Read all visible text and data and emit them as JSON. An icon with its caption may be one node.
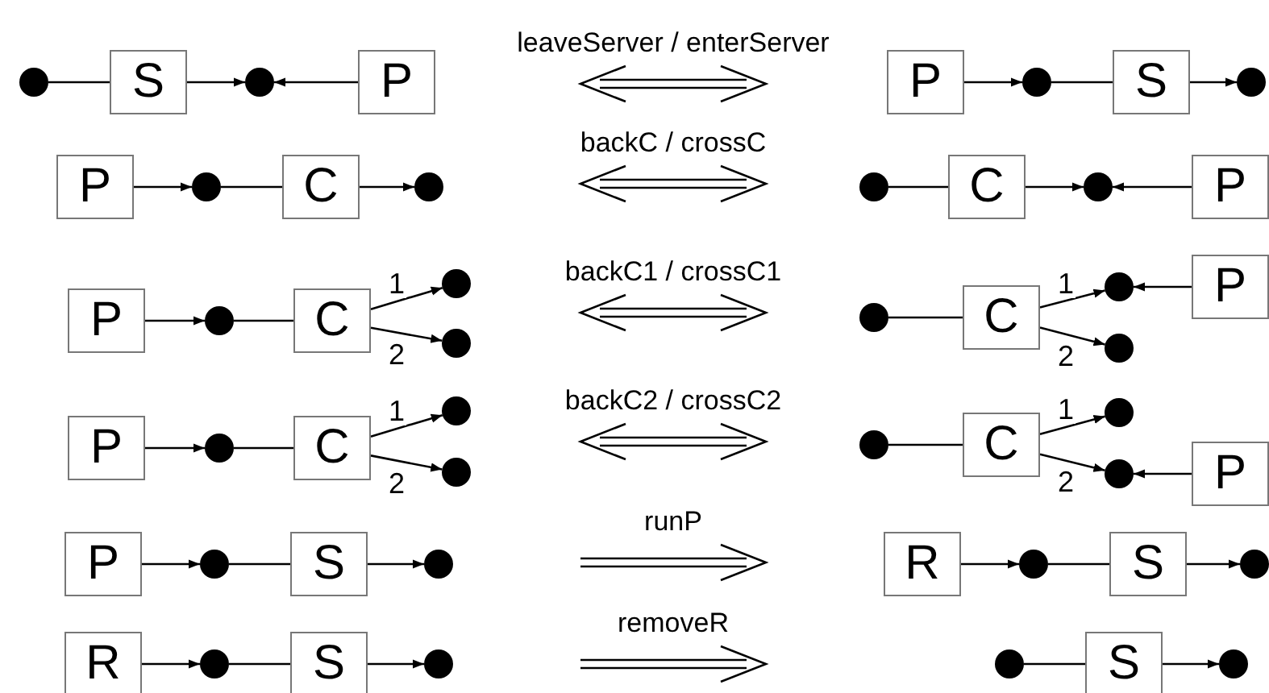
{
  "diagram": {
    "nodes": [
      {
        "text": [],
        "shape": "circle"
      },
      {
        "text": [
          "S"
        ]
      },
      {
        "text": [],
        "shape": "circle"
      },
      {
        "text": [
          "P"
        ]
      },
      {
        "text": [
          "P"
        ]
      },
      {
        "text": [],
        "shape": "circle"
      },
      {
        "text": [
          "S"
        ]
      },
      {
        "text": [],
        "shape": "circle"
      },
      {
        "text": [
          "P"
        ]
      },
      {
        "text": [],
        "shape": "circle"
      },
      {
        "text": [
          "C"
        ]
      },
      {
        "text": [],
        "shape": "circle"
      },
      {
        "text": [],
        "shape": "circle"
      },
      {
        "text": [
          "C"
        ]
      },
      {
        "text": [],
        "shape": "circle"
      },
      {
        "text": [
          "P"
        ]
      },
      {
        "text": [
          "P"
        ]
      },
      {
        "text": [],
        "shape": "circle"
      },
      {
        "text": [
          "C"
        ]
      },
      {
        "text": [],
        "shape": "circle"
      },
      {
        "text": [],
        "shape": "circle"
      },
      {
        "text": [],
        "shape": "circle"
      },
      {
        "text": [
          "C"
        ]
      },
      {
        "text": [],
        "shape": "circle"
      },
      {
        "text": [
          "P"
        ]
      },
      {
        "text": [],
        "shape": "circle"
      },
      {
        "text": [
          "P"
        ]
      },
      {
        "text": [],
        "shape": "circle"
      },
      {
        "text": [
          "C"
        ]
      },
      {
        "text": [],
        "shape": "circle"
      },
      {
        "text": [],
        "shape": "circle"
      },
      {
        "text": [],
        "shape": "circle"
      },
      {
        "text": [
          "C"
        ]
      },
      {
        "text": [],
        "shape": "circle"
      },
      {
        "text": [],
        "shape": "circle"
      },
      {
        "text": [
          "P"
        ]
      },
      {
        "text": [
          "P"
        ]
      },
      {
        "text": [],
        "shape": "circle"
      },
      {
        "text": [
          "S"
        ]
      },
      {
        "text": [],
        "shape": "circle"
      },
      {
        "text": [
          "R"
        ]
      },
      {
        "text": [],
        "shape": "circle"
      },
      {
        "text": [
          "S"
        ]
      },
      {
        "text": [],
        "shape": "circle"
      },
      {
        "text": [
          "R"
        ]
      },
      {
        "text": [],
        "shape": "circle"
      },
      {
        "text": [
          "S"
        ]
      },
      {
        "text": [],
        "shape": "circle"
      },
      {
        "text": [],
        "shape": "circle"
      },
      {
        "text": [
          "S"
        ]
      },
      {
        "text": [],
        "shape": "circle"
      }
    ],
    "edges": [
      {
        "from": 0,
        "to": 1,
        "arrow": "none"
      },
      {
        "from": 1,
        "to": 2,
        "arrow": "to"
      },
      {
        "from": 3,
        "to": 2,
        "arrow": "to"
      },
      {
        "from": 4,
        "to": 5,
        "arrow": "to"
      },
      {
        "from": 5,
        "to": 6,
        "arrow": "none"
      },
      {
        "from": 6,
        "to": 7,
        "arrow": "to"
      },
      {
        "from": 8,
        "to": 9,
        "arrow": "to"
      },
      {
        "from": 9,
        "to": 10,
        "arrow": "none"
      },
      {
        "from": 10,
        "to": 11,
        "arrow": "to"
      },
      {
        "from": 12,
        "to": 13,
        "arrow": "none"
      },
      {
        "from": 13,
        "to": 14,
        "arrow": "to"
      },
      {
        "from": 15,
        "to": 14,
        "arrow": "to"
      },
      {
        "from": 16,
        "to": 17,
        "arrow": "to"
      },
      {
        "from": 17,
        "to": 18,
        "arrow": "none"
      },
      {
        "from": 18,
        "to": 19,
        "arrow": "to",
        "label": "1"
      },
      {
        "from": 18,
        "to": 20,
        "arrow": "to",
        "label": "2"
      },
      {
        "from": 21,
        "to": 22,
        "arrow": "none"
      },
      {
        "from": 22,
        "to": 23,
        "arrow": "to",
        "label": "1"
      },
      {
        "from": 22,
        "to": 25,
        "arrow": "to",
        "label": "2"
      },
      {
        "from": 24,
        "to": 23,
        "arrow": "to"
      },
      {
        "from": 26,
        "to": 27,
        "arrow": "to"
      },
      {
        "from": 27,
        "to": 28,
        "arrow": "none"
      },
      {
        "from": 28,
        "to": 29,
        "arrow": "to",
        "label": "1"
      },
      {
        "from": 28,
        "to": 30,
        "arrow": "to",
        "label": "2"
      },
      {
        "from": 31,
        "to": 32,
        "arrow": "none"
      },
      {
        "from": 32,
        "to": 33,
        "arrow": "to",
        "label": "1"
      },
      {
        "from": 32,
        "to": 34,
        "arrow": "to",
        "label": "2"
      },
      {
        "from": 35,
        "to": 34,
        "arrow": "to"
      },
      {
        "from": 36,
        "to": 37,
        "arrow": "to"
      },
      {
        "from": 37,
        "to": 38,
        "arrow": "none"
      },
      {
        "from": 38,
        "to": 39,
        "arrow": "to"
      },
      {
        "from": 40,
        "to": 41,
        "arrow": "to"
      },
      {
        "from": 41,
        "to": 42,
        "arrow": "none"
      },
      {
        "from": 42,
        "to": 43,
        "arrow": "to"
      },
      {
        "from": 44,
        "to": 45,
        "arrow": "to"
      },
      {
        "from": 45,
        "to": 46,
        "arrow": "none"
      },
      {
        "from": 46,
        "to": 47,
        "arrow": "to"
      },
      {
        "from": 48,
        "to": 49,
        "arrow": "none"
      },
      {
        "from": 49,
        "to": 50,
        "arrow": "to"
      }
    ],
    "labels": [
      "leaveServer / enterServer",
      "backC / crossC",
      "backC1 / crossC1",
      "backC2 / crossC2",
      "runP",
      "removeR"
    ]
  }
}
